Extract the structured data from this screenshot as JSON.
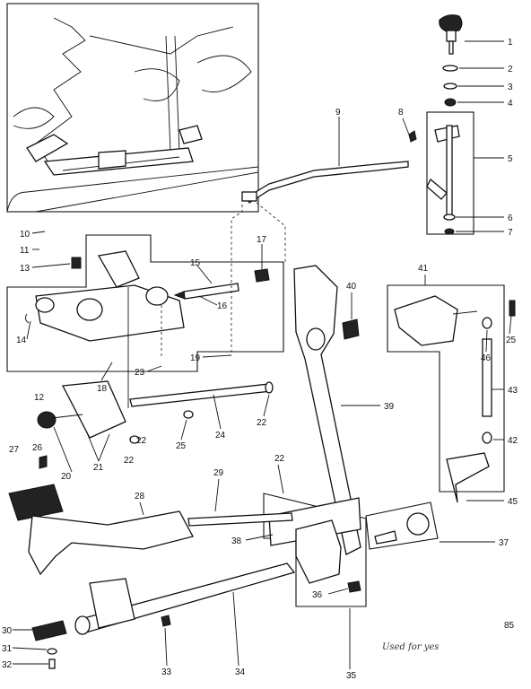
{
  "callouts": [
    "1",
    "2",
    "3",
    "4",
    "5",
    "6",
    "7",
    "8",
    "9",
    "10",
    "11",
    "12",
    "13",
    "14",
    "15",
    "16",
    "17",
    "18",
    "19",
    "20",
    "21",
    "22",
    "22",
    "22",
    "22",
    "23",
    "24",
    "25",
    "25",
    "26",
    "27",
    "28",
    "29",
    "30",
    "31",
    "32",
    "33",
    "34",
    "35",
    "36",
    "37",
    "38",
    "39",
    "40",
    "41",
    "42",
    "43",
    "45",
    "46"
  ],
  "page_mark": "85",
  "stamp": "Used for yes"
}
